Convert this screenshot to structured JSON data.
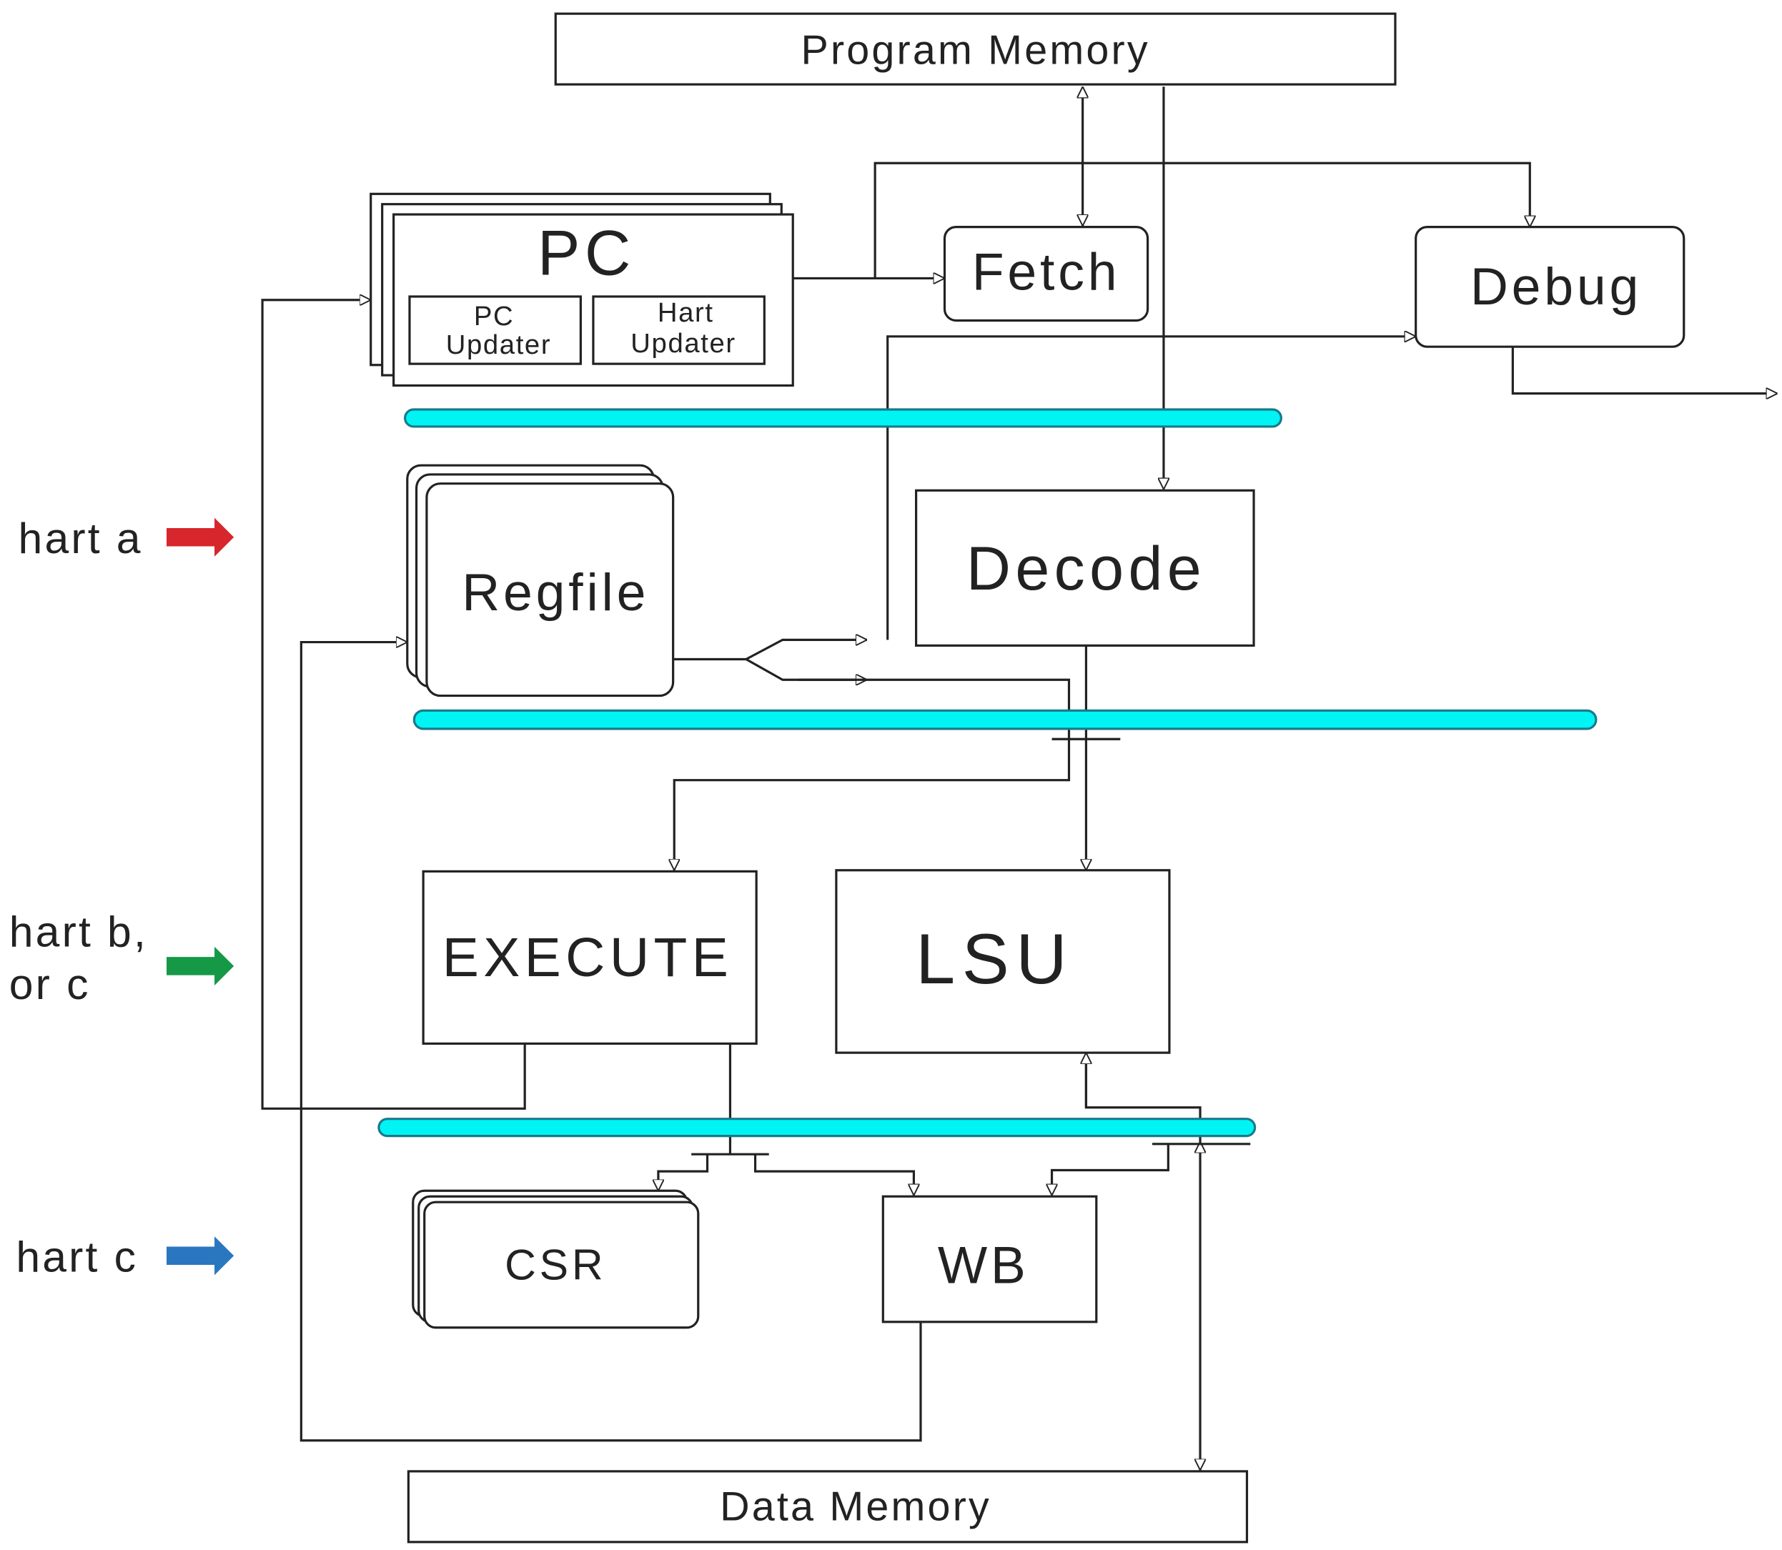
{
  "blocks": {
    "program_memory": "Program Memory",
    "pc": "PC",
    "pc_updater": [
      "PC",
      "Updater"
    ],
    "hart_updater": [
      "Hart",
      "Updater"
    ],
    "fetch": "Fetch",
    "debug": "Debug",
    "regfile": "Regfile",
    "decode": "Decode",
    "execute": "EXECUTE",
    "lsu": "LSU",
    "csr": "CSR",
    "wb": "WB",
    "data_memory": "Data Memory"
  },
  "legend": {
    "hart_a": {
      "lines": [
        "hart a"
      ],
      "color": "#d7262c"
    },
    "hart_bc": {
      "lines": [
        "hart b,",
        "or c"
      ],
      "color": "#159947"
    },
    "hart_c": {
      "lines": [
        "hart c"
      ],
      "color": "#2a77c0"
    }
  },
  "colors": {
    "pipeline_bar": "#00f4f4",
    "line": "#222222"
  }
}
